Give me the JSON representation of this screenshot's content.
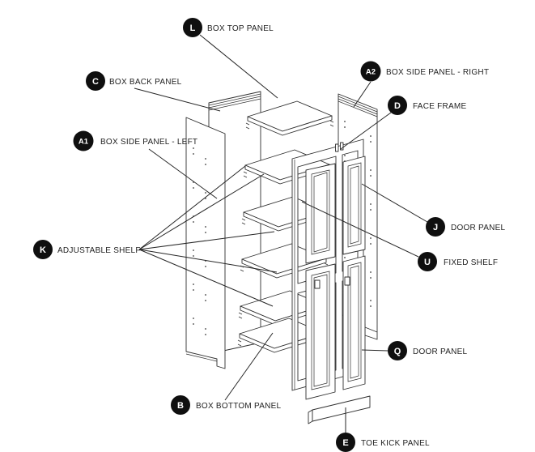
{
  "diagram": {
    "type": "exploded-cabinet-assembly",
    "callouts": [
      {
        "letter": "L",
        "label": "BOX TOP PANEL"
      },
      {
        "letter": "A2",
        "label": "BOX SIDE PANEL - RIGHT"
      },
      {
        "letter": "C",
        "label": "BOX BACK PANEL"
      },
      {
        "letter": "D",
        "label": "FACE FRAME"
      },
      {
        "letter": "A1",
        "label": "BOX SIDE PANEL - LEFT"
      },
      {
        "letter": "J",
        "label": "DOOR PANEL"
      },
      {
        "letter": "K",
        "label": "ADJUSTABLE SHELF"
      },
      {
        "letter": "U",
        "label": "FIXED SHELF"
      },
      {
        "letter": "Q",
        "label": "DOOR PANEL"
      },
      {
        "letter": "B",
        "label": "BOX BOTTOM PANEL"
      },
      {
        "letter": "E",
        "label": "TOE KICK PANEL"
      }
    ],
    "colors": {
      "background": "#ffffff",
      "line": "#2f2f2f",
      "leader": "#262626",
      "callout_bg": "#0f0f0f",
      "callout_text": "#ffffff",
      "label_text": "#1f1f1f"
    }
  }
}
